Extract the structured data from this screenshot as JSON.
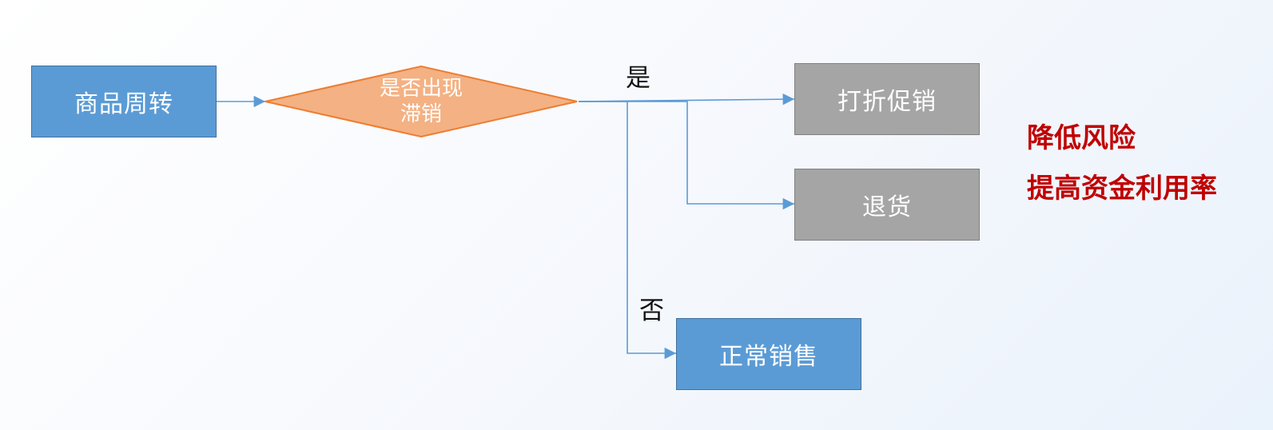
{
  "nodes": {
    "start": {
      "label": "商品周转"
    },
    "decision": {
      "line1": "是否出现",
      "line2": "滞销"
    },
    "discount": {
      "label": "打折促销"
    },
    "return": {
      "label": "退货"
    },
    "normal": {
      "label": "正常销售"
    }
  },
  "edge_labels": {
    "yes": "是",
    "no": "否"
  },
  "notes": {
    "line1": "降低风险",
    "line2": "提高资金利用率"
  },
  "colors": {
    "process_blue": "#5b9bd5",
    "process_gray": "#a5a5a5",
    "decision_orange": "#f4b183",
    "connector": "#5b9bd5",
    "note_red": "#c00000"
  }
}
